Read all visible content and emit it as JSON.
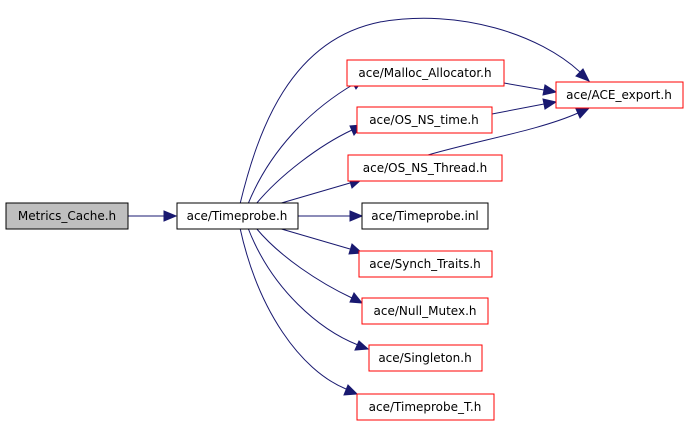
{
  "colors": {
    "edge": "#191970",
    "root_fill": "#bfbfbf",
    "root_border": "#000000",
    "documented_border": "#000000",
    "undocumented_border": "#ff0000"
  },
  "nodes": [
    {
      "id": "metrics_cache",
      "label": "Metrics_Cache.h",
      "kind": "root"
    },
    {
      "id": "timeprobe_h",
      "label": "ace/Timeprobe.h",
      "kind": "documented"
    },
    {
      "id": "malloc_allocator",
      "label": "ace/Malloc_Allocator.h",
      "kind": "undocumented"
    },
    {
      "id": "os_ns_time",
      "label": "ace/OS_NS_time.h",
      "kind": "undocumented"
    },
    {
      "id": "os_ns_thread",
      "label": "ace/OS_NS_Thread.h",
      "kind": "undocumented"
    },
    {
      "id": "timeprobe_inl",
      "label": "ace/Timeprobe.inl",
      "kind": "documented"
    },
    {
      "id": "synch_traits",
      "label": "ace/Synch_Traits.h",
      "kind": "undocumented"
    },
    {
      "id": "null_mutex",
      "label": "ace/Null_Mutex.h",
      "kind": "undocumented"
    },
    {
      "id": "singleton",
      "label": "ace/Singleton.h",
      "kind": "undocumented"
    },
    {
      "id": "timeprobe_t",
      "label": "ace/Timeprobe_T.h",
      "kind": "undocumented"
    },
    {
      "id": "ace_export",
      "label": "ace/ACE_export.h",
      "kind": "undocumented"
    }
  ],
  "edges": [
    {
      "from": "metrics_cache",
      "to": "timeprobe_h"
    },
    {
      "from": "timeprobe_h",
      "to": "ace_export"
    },
    {
      "from": "timeprobe_h",
      "to": "malloc_allocator"
    },
    {
      "from": "timeprobe_h",
      "to": "os_ns_time"
    },
    {
      "from": "timeprobe_h",
      "to": "os_ns_thread"
    },
    {
      "from": "timeprobe_h",
      "to": "timeprobe_inl"
    },
    {
      "from": "timeprobe_h",
      "to": "synch_traits"
    },
    {
      "from": "timeprobe_h",
      "to": "null_mutex"
    },
    {
      "from": "timeprobe_h",
      "to": "singleton"
    },
    {
      "from": "timeprobe_h",
      "to": "timeprobe_t"
    },
    {
      "from": "malloc_allocator",
      "to": "ace_export"
    },
    {
      "from": "os_ns_time",
      "to": "ace_export"
    },
    {
      "from": "os_ns_thread",
      "to": "ace_export"
    }
  ]
}
